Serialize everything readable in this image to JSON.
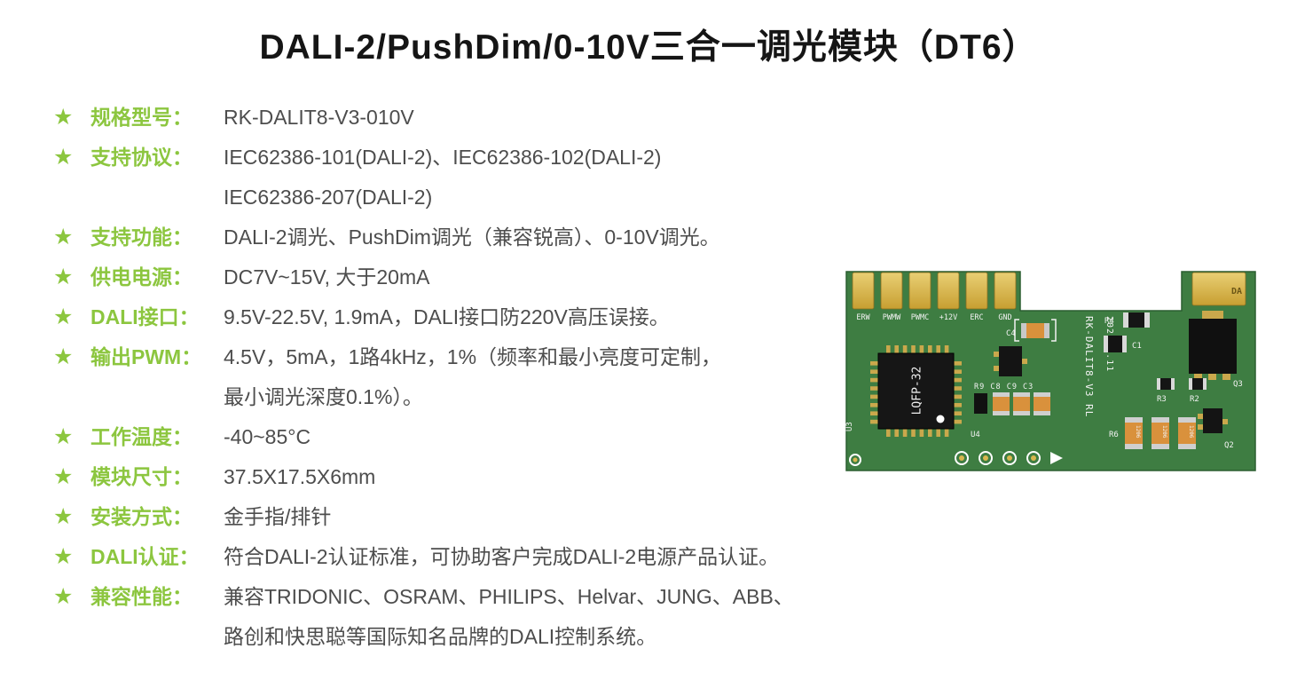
{
  "title": "DALI-2/PushDim/0-10V三合一调光模块（DT6）",
  "colors": {
    "accent_green": "#8CC63F",
    "text_gray": "#4D4D4D",
    "pcb_green": "#3E7D42",
    "pad_gold": "#D8B74F"
  },
  "specs": [
    {
      "label": "规格型号：",
      "lines": [
        "RK-DALIT8-V3-010V"
      ]
    },
    {
      "label": "支持协议：",
      "lines": [
        "IEC62386-101(DALI-2)、IEC62386-102(DALI-2)",
        "IEC62386-207(DALI-2)"
      ]
    },
    {
      "label": "支持功能：",
      "lines": [
        "DALI-2调光、PushDim调光（兼容锐高）、0-10V调光。"
      ]
    },
    {
      "label": "供电电源：",
      "lines": [
        "DC7V~15V, 大于20mA"
      ]
    },
    {
      "label": "DALI接口：",
      "lines": [
        "9.5V-22.5V, 1.9mA，DALI接口防220V高压误接。"
      ]
    },
    {
      "label": "输出PWM：",
      "lines": [
        "4.5V，5mA，1路4kHz，1%（频率和最小亮度可定制，",
        "最小调光深度0.1%）。"
      ]
    },
    {
      "label": "工作温度：",
      "lines": [
        "-40~85°C"
      ]
    },
    {
      "label": "模块尺寸：",
      "lines": [
        "37.5X17.5X6mm"
      ]
    },
    {
      "label": "安装方式：",
      "lines": [
        "金手指/排针"
      ]
    },
    {
      "label": "DALI认证：",
      "lines": [
        "符合DALI-2认证标准，可协助客户完成DALI-2电源产品认证。"
      ]
    },
    {
      "label": "兼容性能：",
      "lines": [
        "兼容TRIDONIC、OSRAM、PHILIPS、Helvar、JUNG、ABB、",
        "路创和快思聪等国际知名品牌的DALI控制系统。"
      ]
    }
  ],
  "pcb": {
    "pin_labels": [
      "ERW",
      "PWMW",
      "PWMC",
      "+12V",
      "ERC",
      "GND"
    ],
    "pad_label": "DA",
    "chip_label": "LQFP-32",
    "cap_row": "R9 C8 C9 C3",
    "board_name": "RK-DALIT8-V3  RL",
    "board_date": "2021.3.11",
    "smd_marking": "1206",
    "refs": {
      "u3": "U3",
      "u4": "U4",
      "c4": "C4",
      "r4": "R4",
      "c1": "C1",
      "q3": "Q3",
      "r3": "R3",
      "r2": "R2",
      "r6": "R6",
      "q2": "Q2"
    }
  }
}
